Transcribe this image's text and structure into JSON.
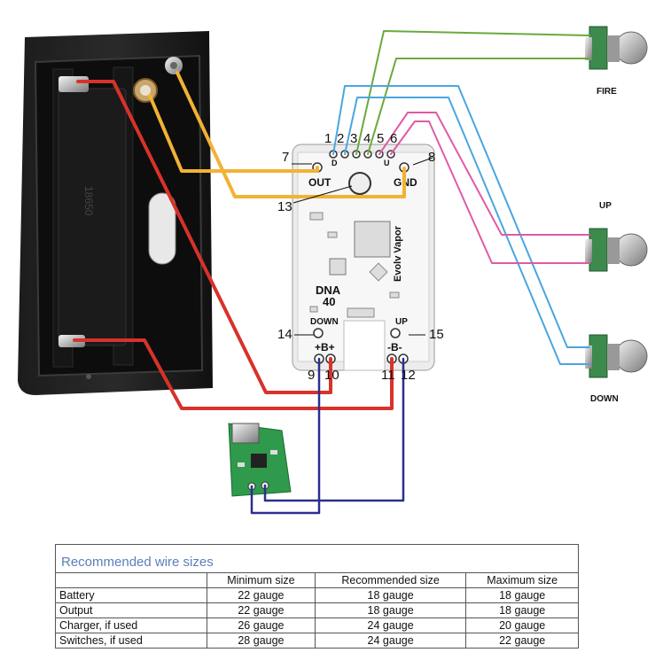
{
  "colors": {
    "battery_wire": "#d8322a",
    "output_wire": "#f2b233",
    "fire_wire": "#6aaa3c",
    "up_wire": "#e05aa6",
    "down_wire": "#4aa6df",
    "charger_wire": "#2a2f8c",
    "table_title": "#5b7fb8"
  },
  "board": {
    "name_line1": "DNA",
    "name_line2": "40",
    "vertical_text": "Evolv Vapor",
    "out_label": "OUT",
    "gnd_label": "GND",
    "down_label": "DOWN",
    "up_label": "UP",
    "bplus_label": "+B+",
    "bminus_label": "-B-",
    "d_label": "D",
    "u_label": "U"
  },
  "pins": [
    "1",
    "2",
    "3",
    "4",
    "5",
    "6",
    "7",
    "8",
    "9",
    "10",
    "11",
    "12",
    "13",
    "14",
    "15"
  ],
  "switches": {
    "fire": "FIRE",
    "up": "UP",
    "down": "DOWN"
  },
  "battery_mark": "18650",
  "wire_table": {
    "title": "Recommended wire sizes",
    "columns": [
      "",
      "Minimum size",
      "Recommended size",
      "Maximum size"
    ],
    "rows": [
      {
        "label": "Battery",
        "min": "22 gauge",
        "rec": "18 gauge",
        "max": "18 gauge"
      },
      {
        "label": "Output",
        "min": "22 gauge",
        "rec": "18 gauge",
        "max": "18 gauge"
      },
      {
        "label": "Charger, if used",
        "min": "26 gauge",
        "rec": "24 gauge",
        "max": "20 gauge"
      },
      {
        "label": "Switches, if used",
        "min": "28 gauge",
        "rec": "24 gauge",
        "max": "22 gauge"
      }
    ]
  }
}
